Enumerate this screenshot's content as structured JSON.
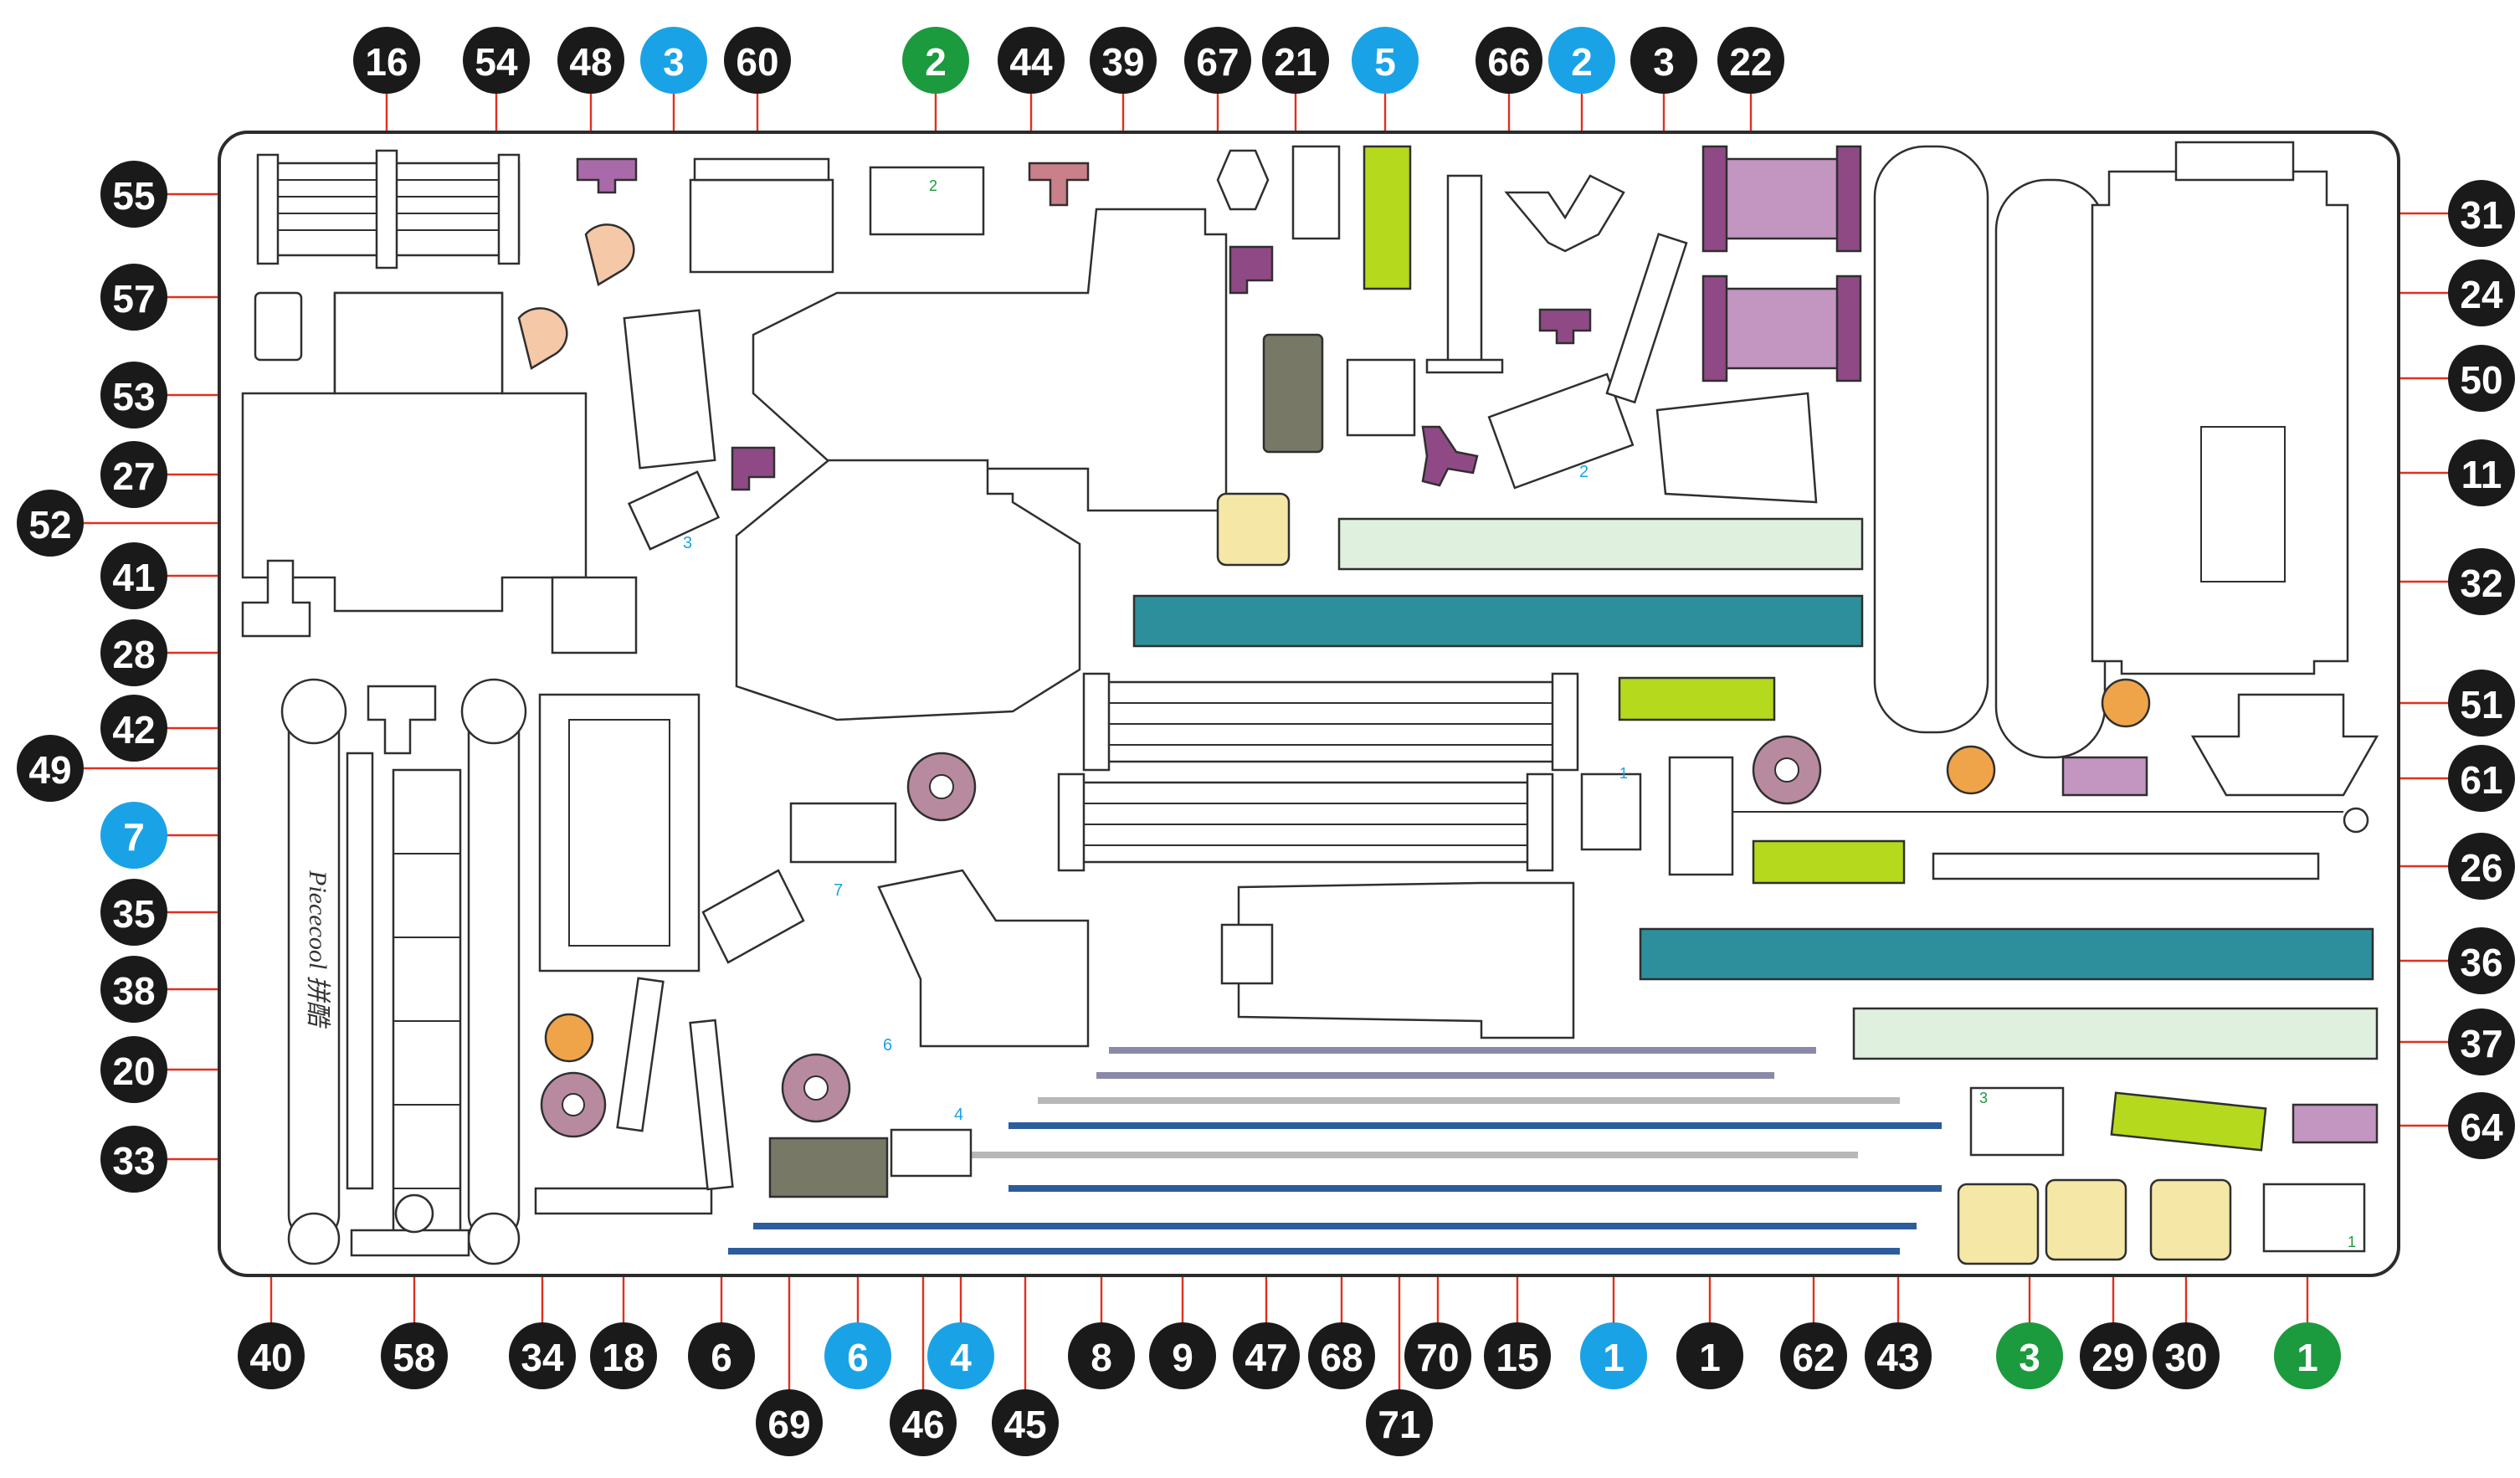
{
  "brand_text": "Piececool 拼酷",
  "colors": {
    "badge_black": "#1a1a1a",
    "badge_blue": "#19a3e6",
    "badge_green": "#1c9a3e",
    "leader": "#e0301e",
    "part_lime": "#b5d91c",
    "part_purple": "#a86aa8",
    "part_magenta": "#8f4a86",
    "part_teal": "#2e8f9c",
    "part_mint": "#dff0de",
    "part_olive": "#777866",
    "part_orange": "#f0a44a",
    "part_cream": "#f5e7a6",
    "part_peach": "#f5c8a8",
    "part_navy": "#2c5c9c"
  },
  "top_labels": [
    {
      "text": "16",
      "color": "black"
    },
    {
      "text": "54",
      "color": "black"
    },
    {
      "text": "48",
      "color": "black"
    },
    {
      "text": "3",
      "color": "blue"
    },
    {
      "text": "60",
      "color": "black"
    },
    {
      "text": "2",
      "color": "green"
    },
    {
      "text": "44",
      "color": "black"
    },
    {
      "text": "39",
      "color": "black"
    },
    {
      "text": "67",
      "color": "black"
    },
    {
      "text": "21",
      "color": "black"
    },
    {
      "text": "5",
      "color": "blue"
    },
    {
      "text": "66",
      "color": "black"
    },
    {
      "text": "2",
      "color": "blue"
    },
    {
      "text": "3",
      "color": "black"
    },
    {
      "text": "22",
      "color": "black"
    }
  ],
  "left_labels": [
    {
      "text": "55",
      "color": "black"
    },
    {
      "text": "57",
      "color": "black"
    },
    {
      "text": "53",
      "color": "black"
    },
    {
      "text": "27",
      "color": "black"
    },
    {
      "text": "52",
      "color": "black"
    },
    {
      "text": "41",
      "color": "black"
    },
    {
      "text": "28",
      "color": "black"
    },
    {
      "text": "42",
      "color": "black"
    },
    {
      "text": "49",
      "color": "black"
    },
    {
      "text": "7",
      "color": "blue"
    },
    {
      "text": "35",
      "color": "black"
    },
    {
      "text": "38",
      "color": "black"
    },
    {
      "text": "20",
      "color": "black"
    },
    {
      "text": "33",
      "color": "black"
    }
  ],
  "right_labels": [
    {
      "text": "31",
      "color": "black"
    },
    {
      "text": "24",
      "color": "black"
    },
    {
      "text": "50",
      "color": "black"
    },
    {
      "text": "11",
      "color": "black"
    },
    {
      "text": "32",
      "color": "black"
    },
    {
      "text": "51",
      "color": "black"
    },
    {
      "text": "61",
      "color": "black"
    },
    {
      "text": "26",
      "color": "black"
    },
    {
      "text": "36",
      "color": "black"
    },
    {
      "text": "37",
      "color": "black"
    },
    {
      "text": "64",
      "color": "black"
    }
  ],
  "bottom_labels": [
    {
      "text": "40",
      "color": "black"
    },
    {
      "text": "58",
      "color": "black"
    },
    {
      "text": "34",
      "color": "black"
    },
    {
      "text": "18",
      "color": "black"
    },
    {
      "text": "6",
      "color": "black"
    },
    {
      "text": "69",
      "color": "black"
    },
    {
      "text": "6",
      "color": "blue"
    },
    {
      "text": "4",
      "color": "blue"
    },
    {
      "text": "46",
      "color": "black"
    },
    {
      "text": "45",
      "color": "black"
    },
    {
      "text": "8",
      "color": "black"
    },
    {
      "text": "9",
      "color": "black"
    },
    {
      "text": "47",
      "color": "black"
    },
    {
      "text": "68",
      "color": "black"
    },
    {
      "text": "71",
      "color": "black"
    },
    {
      "text": "70",
      "color": "black"
    },
    {
      "text": "15",
      "color": "black"
    },
    {
      "text": "1",
      "color": "blue"
    },
    {
      "text": "1",
      "color": "black"
    },
    {
      "text": "62",
      "color": "black"
    },
    {
      "text": "43",
      "color": "black"
    },
    {
      "text": "3",
      "color": "green"
    },
    {
      "text": "29",
      "color": "black"
    },
    {
      "text": "30",
      "color": "black"
    },
    {
      "text": "1",
      "color": "green"
    }
  ],
  "sheet_marks": [
    "2",
    "2",
    "1",
    "7",
    "3",
    "4",
    "6",
    "1",
    "3"
  ]
}
